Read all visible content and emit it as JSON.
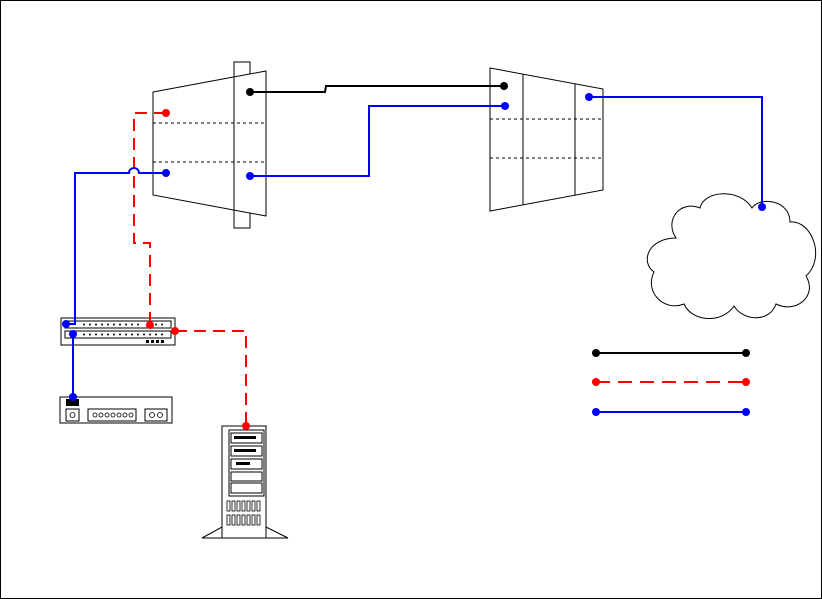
{
  "diagram": {
    "kind": "network-topology",
    "colors": {
      "black_link": "#000000",
      "red_link": "#ff0000",
      "blue_link": "#0000ff",
      "device_fill": "#ffffff",
      "device_stroke": "#000000"
    },
    "nodes": [
      {
        "id": "rack-cabinet-left",
        "type": "rack-cabinet"
      },
      {
        "id": "rack-cabinet-right",
        "type": "rack-cabinet"
      },
      {
        "id": "network-switch",
        "type": "patch-panel-switch"
      },
      {
        "id": "desktop-unit",
        "type": "desktop-device"
      },
      {
        "id": "server-tower",
        "type": "server"
      },
      {
        "id": "cloud",
        "type": "cloud"
      }
    ],
    "links": [
      {
        "from": "rack-cabinet-left",
        "to": "rack-cabinet-right",
        "style": "solid",
        "color": "black"
      },
      {
        "from": "rack-cabinet-left",
        "to": "rack-cabinet-right",
        "style": "solid",
        "color": "blue"
      },
      {
        "from": "rack-cabinet-right",
        "to": "cloud",
        "style": "solid",
        "color": "blue"
      },
      {
        "from": "rack-cabinet-left",
        "to": "network-switch",
        "style": "dashed",
        "color": "red"
      },
      {
        "from": "rack-cabinet-left",
        "to": "network-switch",
        "style": "solid",
        "color": "blue"
      },
      {
        "from": "network-switch",
        "to": "server-tower",
        "style": "dashed",
        "color": "red"
      },
      {
        "from": "network-switch",
        "to": "desktop-unit",
        "style": "solid",
        "color": "blue"
      }
    ],
    "legend": [
      {
        "style": "solid",
        "color": "black"
      },
      {
        "style": "dashed",
        "color": "red"
      },
      {
        "style": "solid",
        "color": "blue"
      }
    ]
  }
}
